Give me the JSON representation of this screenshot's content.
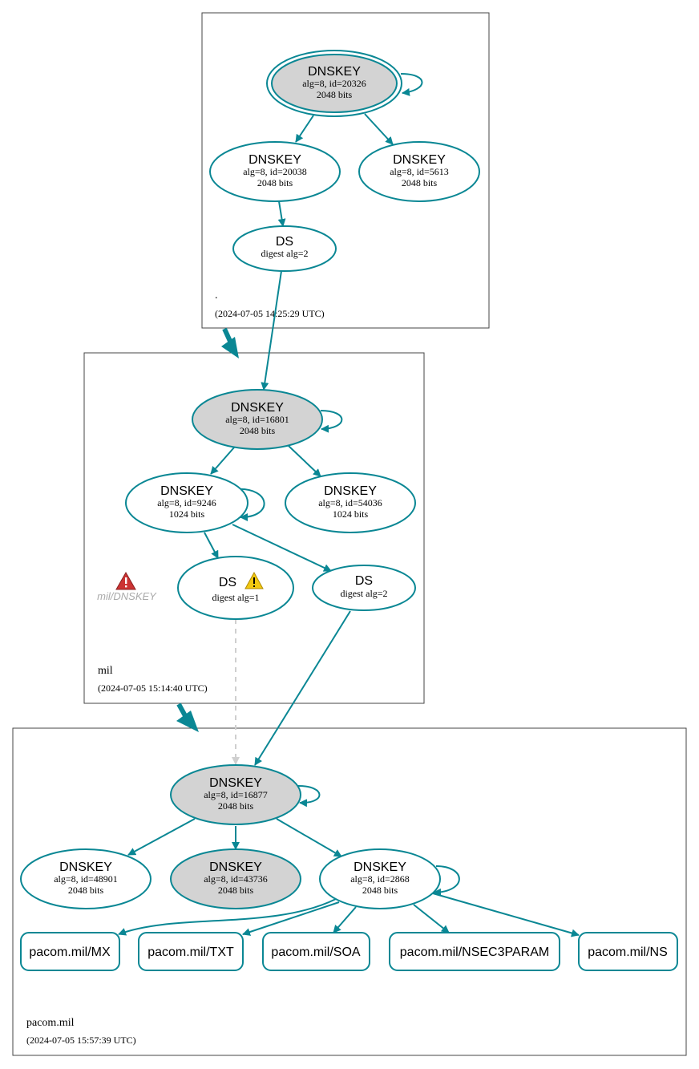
{
  "colors": {
    "edge": "#0a8794",
    "node_border": "#0a8794",
    "node_fill_sep": "#d3d3d3",
    "node_fill": "#ffffff",
    "dashed_edge": "#cfcfcf",
    "zone_border": "#444444",
    "error_icon": "#cc3333",
    "warning_icon": "#f2c811"
  },
  "zones": {
    "root": {
      "name": ".",
      "timestamp": "(2024-07-05 14:25:29 UTC)"
    },
    "mil": {
      "name": "mil",
      "timestamp": "(2024-07-05 15:14:40 UTC)"
    },
    "pacom": {
      "name": "pacom.mil",
      "timestamp": "(2024-07-05 15:57:39 UTC)"
    }
  },
  "nodes": {
    "root_ksk": {
      "title": "DNSKEY",
      "sub1": "alg=8, id=20326",
      "sub2": "2048 bits"
    },
    "root_zsk1": {
      "title": "DNSKEY",
      "sub1": "alg=8, id=20038",
      "sub2": "2048 bits"
    },
    "root_zsk2": {
      "title": "DNSKEY",
      "sub1": "alg=8, id=5613",
      "sub2": "2048 bits"
    },
    "root_ds": {
      "title": "DS",
      "sub1": "digest alg=2"
    },
    "mil_ksk": {
      "title": "DNSKEY",
      "sub1": "alg=8, id=16801",
      "sub2": "2048 bits"
    },
    "mil_zsk1": {
      "title": "DNSKEY",
      "sub1": "alg=8, id=9246",
      "sub2": "1024 bits"
    },
    "mil_zsk2": {
      "title": "DNSKEY",
      "sub1": "alg=8, id=54036",
      "sub2": "1024 bits"
    },
    "mil_ds1": {
      "title": "DS",
      "sub1": "digest alg=1"
    },
    "mil_ds2": {
      "title": "DS",
      "sub1": "digest alg=2"
    },
    "mil_error_label": "mil/DNSKEY",
    "pacom_ksk": {
      "title": "DNSKEY",
      "sub1": "alg=8, id=16877",
      "sub2": "2048 bits"
    },
    "pacom_k1": {
      "title": "DNSKEY",
      "sub1": "alg=8, id=48901",
      "sub2": "2048 bits"
    },
    "pacom_k2": {
      "title": "DNSKEY",
      "sub1": "alg=8, id=43736",
      "sub2": "2048 bits"
    },
    "pacom_k3": {
      "title": "DNSKEY",
      "sub1": "alg=8, id=2868",
      "sub2": "2048 bits"
    }
  },
  "rrsets": [
    "pacom.mil/MX",
    "pacom.mil/TXT",
    "pacom.mil/SOA",
    "pacom.mil/NSEC3PARAM",
    "pacom.mil/NS"
  ]
}
